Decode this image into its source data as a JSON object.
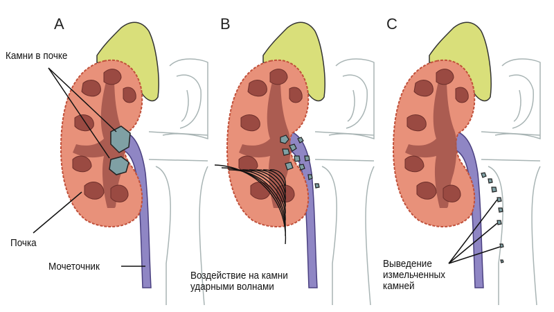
{
  "panels": [
    {
      "letter": "A"
    },
    {
      "letter": "B"
    },
    {
      "letter": "C"
    }
  ],
  "labels": {
    "stones_in_kidney": "Камни в почке",
    "kidney": "Почка",
    "ureter": "Мочеточник",
    "shockwave_line1": "Воздействие на камни",
    "shockwave_line2": "ударными волнами",
    "removal_line1": "Выведение",
    "removal_line2": "измельченных",
    "removal_line3": "камней"
  },
  "colors": {
    "kidney_cortex": "#e8917a",
    "kidney_medulla": "#a4564c",
    "adrenal": "#d9df7a",
    "ureter": "#8f86c4",
    "stone": "#7fa0a4",
    "spine": "#9aa"
  }
}
